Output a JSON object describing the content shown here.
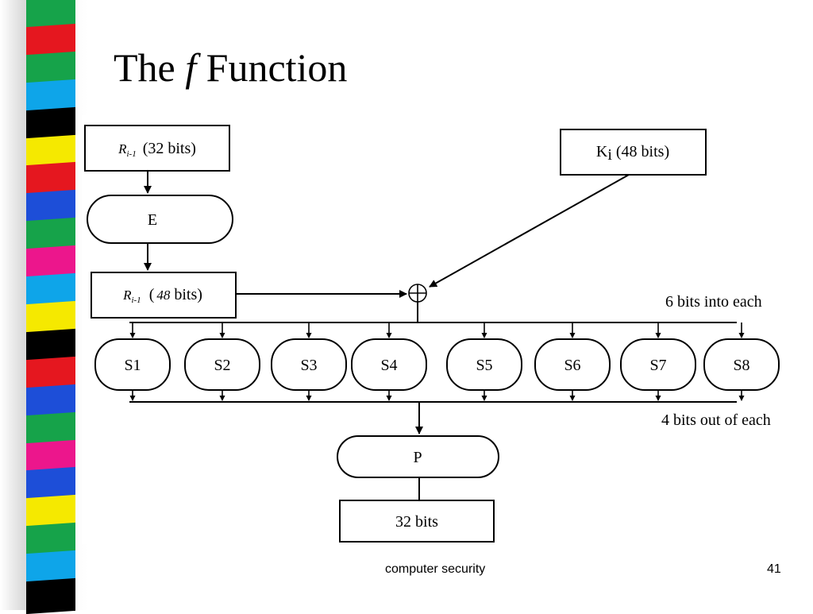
{
  "slide": {
    "title_pre": "The",
    "title_f": "f",
    "title_post": "Function",
    "footer": "computer security",
    "page_number": "41"
  },
  "decor": {
    "stripe_colors": [
      "#16a34a",
      "#e5171f",
      "#16a34a",
      "#0ea5e9",
      "#000000",
      "#f5e900",
      "#e5171f",
      "#1d4ed8",
      "#16a34a",
      "#ec168c",
      "#0ea5e9",
      "#f5e900",
      "#000000",
      "#e5171f",
      "#1d4ed8",
      "#16a34a",
      "#ec168c",
      "#1d4ed8",
      "#f5e900",
      "#16a34a",
      "#0ea5e9",
      "#000000"
    ]
  },
  "diagram": {
    "r_in_label": "R",
    "r_in_sub": "i-1",
    "r_in_bits": "(32 bits)",
    "key_label": "K",
    "key_sub": "i",
    "key_bits": "(48 bits)",
    "expansion_label": "E",
    "r_exp_label": "R",
    "r_exp_sub": "i-1",
    "r_exp_paren": "(",
    "r_exp_num": "48",
    "r_exp_bits": "bits)",
    "xor_symbol": "⊕",
    "into_note": "6 bits into each",
    "out_note": "4 bits out of each",
    "sboxes": [
      "S1",
      "S2",
      "S3",
      "S4",
      "S5",
      "S6",
      "S7",
      "S8"
    ],
    "perm_label": "P",
    "output_label": "32 bits"
  }
}
